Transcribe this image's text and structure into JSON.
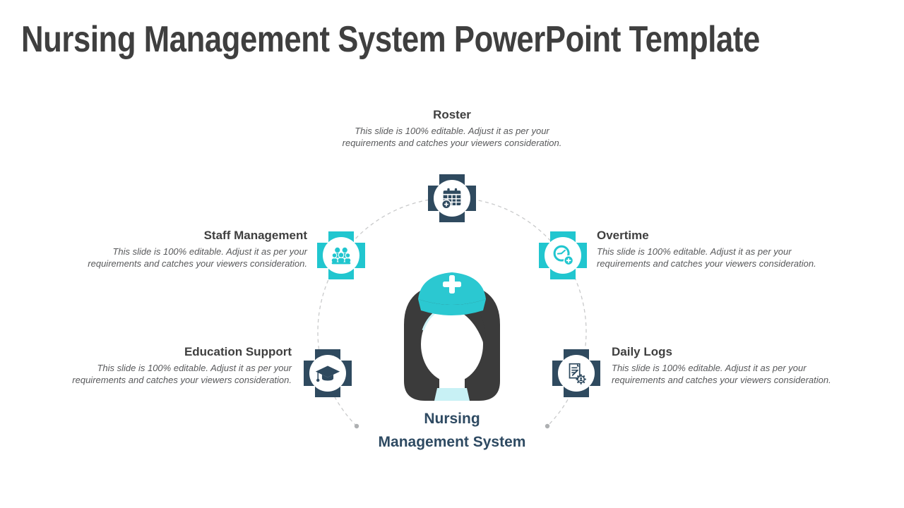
{
  "slide": {
    "title": "Nursing Management System PowerPoint Template",
    "center_label_line1": "Nursing",
    "center_label_line2": "Management System",
    "center_icon": "nurse-icon"
  },
  "nodes": [
    {
      "label": "Roster",
      "desc": "This slide is 100% editable. Adjust it as per your requirements and catches your viewers consideration.",
      "icon": "calendar-add-icon",
      "color": "#2F4A5F",
      "position": "top"
    },
    {
      "label": "Staff Management",
      "desc": "This slide is 100% editable. Adjust it as per your requirements and catches your viewers consideration.",
      "icon": "people-group-icon",
      "color": "#21C6CF",
      "position": "upper-left"
    },
    {
      "label": "Overtime",
      "desc": "This slide is 100% editable. Adjust it as per your requirements and catches your viewers consideration.",
      "icon": "clock-add-icon",
      "color": "#21C6CF",
      "position": "upper-right"
    },
    {
      "label": "Education Support",
      "desc": "This slide is 100% editable. Adjust it as per your requirements and catches your viewers consideration.",
      "icon": "graduation-cap-icon",
      "color": "#2F4A5F",
      "position": "lower-left"
    },
    {
      "label": "Daily Logs",
      "desc": "This slide is 100% editable. Adjust it as per your requirements and catches your viewers consideration.",
      "icon": "document-gear-icon",
      "color": "#2F4A5F",
      "position": "lower-right"
    }
  ],
  "colors": {
    "teal": "#21C6CF",
    "navy": "#2F4A5F",
    "title_text": "#3F3F3F",
    "desc_text": "#58595B",
    "center_text": "#2E4A62",
    "hair": "#3B3B3B",
    "collar": "#C8F1F5",
    "dashed_circle": "#C9CACB"
  }
}
